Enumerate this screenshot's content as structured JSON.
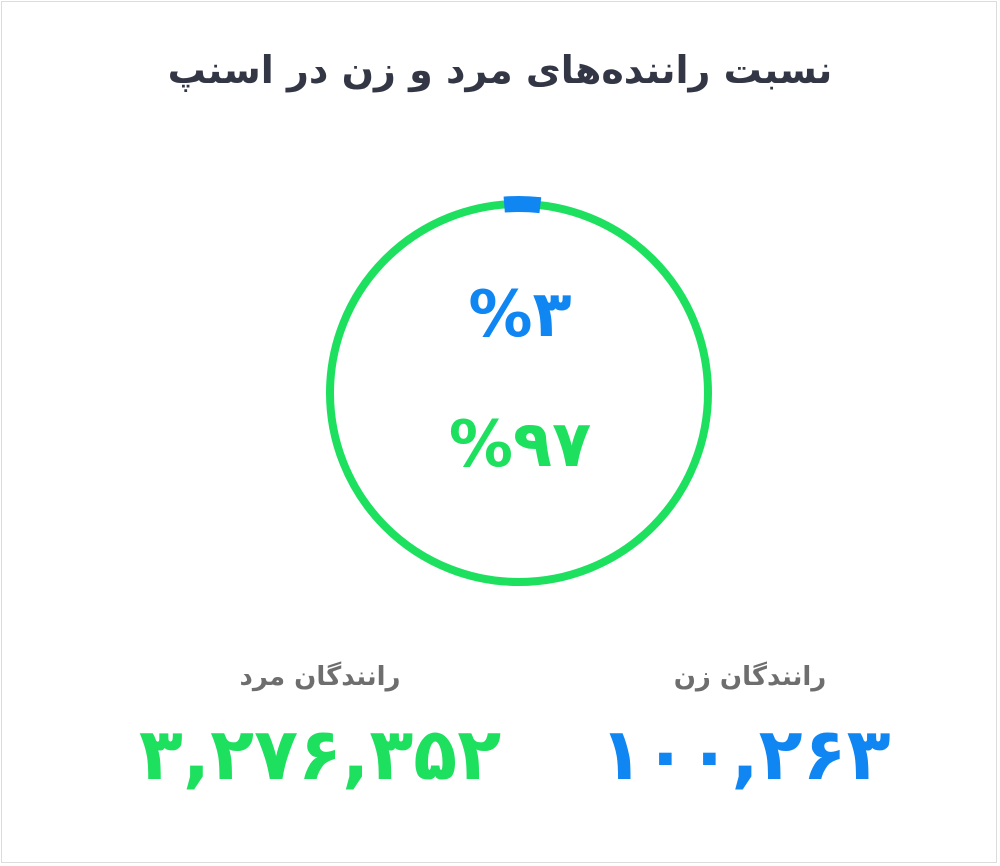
{
  "chart_data": {
    "type": "pie",
    "title": "نسبت راننده‌های مرد و زن در اسنپ",
    "slices": [
      {
        "name": "رانندگان زن",
        "percent": 3,
        "percent_label": "%۳",
        "count_label": "۱۰۰,۲۶۳",
        "color": "#0f86f2"
      },
      {
        "name": "رانندگان مرد",
        "percent": 97,
        "percent_label": "%۹۷",
        "count_label": "۳,۲۷۶,۳۵۲",
        "color": "#1ee05f"
      }
    ]
  }
}
